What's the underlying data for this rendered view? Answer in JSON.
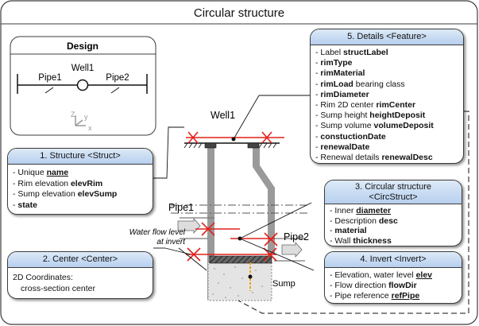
{
  "title": "Circular structure",
  "design": {
    "title": "Design",
    "well": "Well1",
    "pipe_left": "Pipe1",
    "pipe_right": "Pipe2",
    "axis_z": "Z",
    "axis_y": "y",
    "axis_x": "x"
  },
  "labels": {
    "well": "Well1",
    "pipe1": "Pipe1",
    "pipe2": "Pipe2",
    "sump": "Sump",
    "water_flow_1": "Water flow level",
    "water_flow_2": "at invert"
  },
  "struct_box": {
    "header": "1. Structure <Struct>",
    "rows": [
      {
        "pre": "- Unique ",
        "key": "name",
        "post": ""
      },
      {
        "pre": "- Rim elevation ",
        "key": "elevRim",
        "post": ""
      },
      {
        "pre": "- Sump elevation ",
        "key": "elevSump",
        "post": ""
      },
      {
        "pre": "- ",
        "key": "state",
        "post": ""
      }
    ]
  },
  "center_box": {
    "header": "2. Center <Center>",
    "line1": "2D Coordinates:",
    "line2": "cross-section center"
  },
  "details_box": {
    "header": "5. Details <Feature>",
    "rows": [
      {
        "pre": "- Label ",
        "key": "structLabel",
        "post": ""
      },
      {
        "pre": "- ",
        "key": "rimType",
        "post": ""
      },
      {
        "pre": "- ",
        "key": "rimMaterial",
        "post": ""
      },
      {
        "pre": "- ",
        "key": "rimLoad",
        "post": " bearing class"
      },
      {
        "pre": "- ",
        "key": "rimDiameter",
        "post": ""
      },
      {
        "pre": "- Rim 2D center ",
        "key": "rimCenter",
        "post": ""
      },
      {
        "pre": "- Sump height ",
        "key": "heightDeposit",
        "post": ""
      },
      {
        "pre": "- Sump volume ",
        "key": "volumeDeposit",
        "post": ""
      },
      {
        "pre": "- ",
        "key": "constuctionDate",
        "post": ""
      },
      {
        "pre": "- ",
        "key": "renewalDate",
        "post": ""
      },
      {
        "pre": "- Renewal details ",
        "key": "renewalDesc",
        "post": ""
      }
    ]
  },
  "circ_box": {
    "header1": "3. Circular structure",
    "header2": "<CircStruct>",
    "rows": [
      {
        "pre": "- Inner ",
        "key": "diameter",
        "post": ""
      },
      {
        "pre": "- Description ",
        "key": "desc",
        "post": ""
      },
      {
        "pre": "- ",
        "key": "material",
        "post": ""
      },
      {
        "pre": "- Wall ",
        "key": "thickness",
        "post": ""
      }
    ]
  },
  "invert_box": {
    "header": "4. Invert <Invert>",
    "rows": [
      {
        "pre": "- Elevation, water level ",
        "key": "elev",
        "post": ""
      },
      {
        "pre": "- Flow direction ",
        "key": "flowDir",
        "post": ""
      },
      {
        "pre": "- Pipe reference ",
        "key": "refPipe",
        "post": ""
      }
    ]
  },
  "colors": {
    "frame": "#3c3c3c",
    "header_gradient_top": "#ddeaf8",
    "header_gradient_bottom": "#b7cfee",
    "accent_red": "#e0201b",
    "wall_gray": "#9a9a9a",
    "sump_fill": "#e4e4e4",
    "flow_orange": "#f0a000"
  }
}
